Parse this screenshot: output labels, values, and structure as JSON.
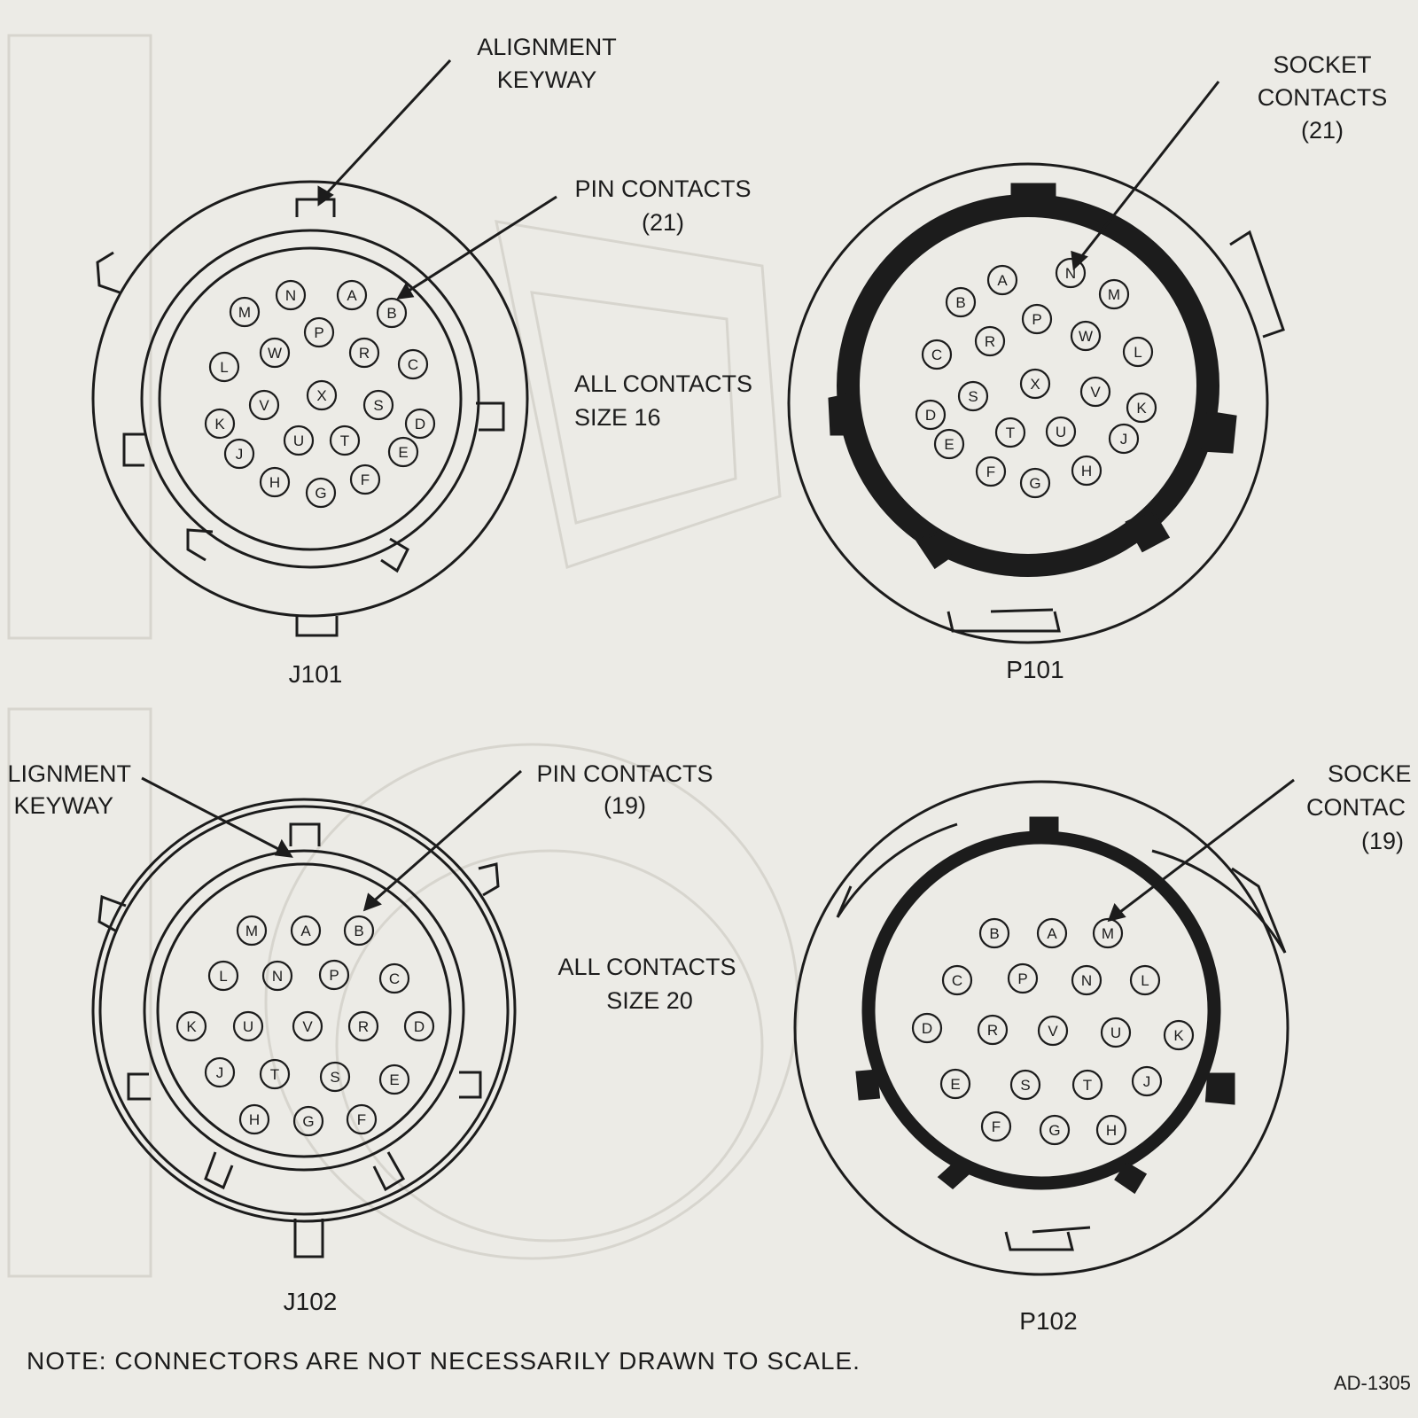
{
  "colors": {
    "paper": "#ecebe6",
    "ink": "#1c1c1c",
    "ghost": "#d7d5ce"
  },
  "labels": {
    "j101_keyway": [
      "ALIGNMENT",
      "KEYWAY"
    ],
    "j101_pins": [
      "PIN CONTACTS",
      "(21)"
    ],
    "j101_size": [
      "ALL CONTACTS",
      "SIZE 16"
    ],
    "p101_sockets": [
      "SOCKET",
      "CONTACTS",
      "(21)"
    ],
    "j102_keyway": [
      "LIGNMENT",
      "KEYWAY"
    ],
    "j102_pins": [
      "PIN CONTACTS",
      "(19)"
    ],
    "j102_size": [
      "ALL CONTACTS",
      "SIZE 20"
    ],
    "p102_sockets": [
      "SOCKE",
      "CONTAC",
      "(19)"
    ]
  },
  "connectors": {
    "j101": {
      "name": "J101",
      "contacts": [
        "N",
        "A",
        "M",
        "B",
        "P",
        "W",
        "R",
        "L",
        "C",
        "X",
        "V",
        "S",
        "K",
        "D",
        "U",
        "T",
        "J",
        "E",
        "H",
        "G",
        "F"
      ]
    },
    "p101": {
      "name": "P101",
      "contacts": [
        "A",
        "N",
        "B",
        "M",
        "P",
        "W",
        "R",
        "C",
        "L",
        "X",
        "V",
        "S",
        "K",
        "D",
        "T",
        "U",
        "E",
        "J",
        "F",
        "H",
        "G"
      ]
    },
    "j102": {
      "name": "J102",
      "contacts": [
        "M",
        "A",
        "B",
        "L",
        "N",
        "P",
        "C",
        "K",
        "U",
        "V",
        "R",
        "D",
        "J",
        "T",
        "S",
        "E",
        "H",
        "G",
        "F"
      ]
    },
    "p102": {
      "name": "P102",
      "contacts": [
        "B",
        "A",
        "M",
        "C",
        "P",
        "N",
        "L",
        "D",
        "R",
        "V",
        "U",
        "K",
        "E",
        "S",
        "T",
        "J",
        "F",
        "G",
        "H"
      ]
    }
  },
  "note": "NOTE:  CONNECTORS ARE NOT NECESSARILY DRAWN TO SCALE.",
  "figure_id": "AD-1305"
}
